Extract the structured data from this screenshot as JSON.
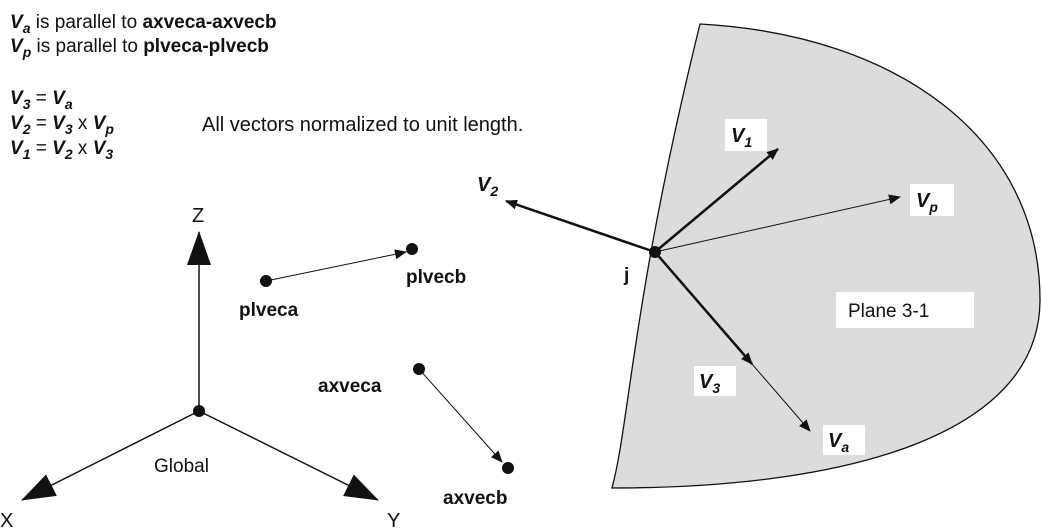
{
  "notes": {
    "line1": {
      "vec": "V",
      "sub": "a",
      "mid": " is parallel to ",
      "target": "axveca-axvecb"
    },
    "line2": {
      "vec": "V",
      "sub": "p",
      "mid": " is parallel to ",
      "target": "plveca-plvecb"
    },
    "eq1": {
      "lhs": "V",
      "lhs_sub": "3",
      "op": " = ",
      "r1": "V",
      "r1_sub": "a"
    },
    "eq2": {
      "lhs": "V",
      "lhs_sub": "2",
      "op": " = ",
      "r1": "V",
      "r1_sub": "3",
      "x": " x ",
      "r2": "V",
      "r2_sub": "p"
    },
    "eq3": {
      "lhs": "V",
      "lhs_sub": "1",
      "op": " = ",
      "r1": "V",
      "r1_sub": "2",
      "x": " x ",
      "r2": "V",
      "r2_sub": "3"
    },
    "normalized": "All vectors normalized to unit length."
  },
  "global": {
    "z": "Z",
    "x": "X",
    "y": "Y",
    "label": "Global"
  },
  "points": {
    "plveca": "plveca",
    "plvecb": "plvecb",
    "axveca": "axveca",
    "axvecb": "axvecb"
  },
  "local": {
    "joint": "j",
    "plane": "Plane 3-1",
    "v1": {
      "v": "V",
      "sub": "1"
    },
    "v2": {
      "v": "V",
      "sub": "2"
    },
    "vp": {
      "v": "V",
      "sub": "p"
    },
    "v3": {
      "v": "V",
      "sub": "3"
    },
    "va": {
      "v": "V",
      "sub": "a"
    }
  },
  "colors": {
    "plane_fill": "#dcdcdc",
    "line": "#111111",
    "label_box": "#ffffff"
  }
}
